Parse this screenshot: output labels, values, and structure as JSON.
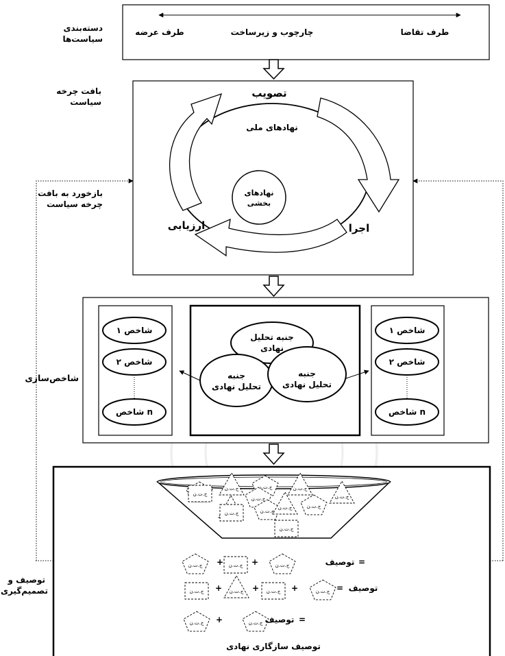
{
  "left_labels": {
    "policy_classification": [
      "دسته‌بندی",
      "سیاست‌ها"
    ],
    "policy_cycle": [
      "بافت چرخه",
      "سیاست"
    ],
    "feedback": [
      "بازخورد به بافت",
      "چرخه سیاست"
    ],
    "indicator_building": "شاخص‌سازی",
    "description_decision": [
      "توصیف و",
      "تصمیم‌گیری"
    ]
  },
  "top_box": {
    "supply_side": "طرف عرضه",
    "framework": "چارچوب و زیرساخت",
    "demand_side": "طرف تقاضا"
  },
  "cycle": {
    "approval": "تصویب",
    "implementation": "اجرا",
    "evaluation": "ارزیابی",
    "national_institutions": "نهادهای ملی",
    "sectoral_institutions": [
      "نهادهای",
      "بخشی"
    ]
  },
  "indicators": {
    "aspect_top": [
      "جنبه تحلیل",
      "نهادی"
    ],
    "aspect_left": [
      "جنبه",
      "تحلیل نهادی"
    ],
    "aspect_right": [
      "جنبه",
      "تحلیل نهادی"
    ],
    "items": [
      "شاخص ۱",
      "شاخص ۲",
      "شاخص n"
    ]
  },
  "funnel": {
    "token": "ج.ت.ن",
    "description": "توصیف",
    "equals": "=",
    "plus": "+",
    "caption": "توصیف سازگاری نهادی"
  }
}
